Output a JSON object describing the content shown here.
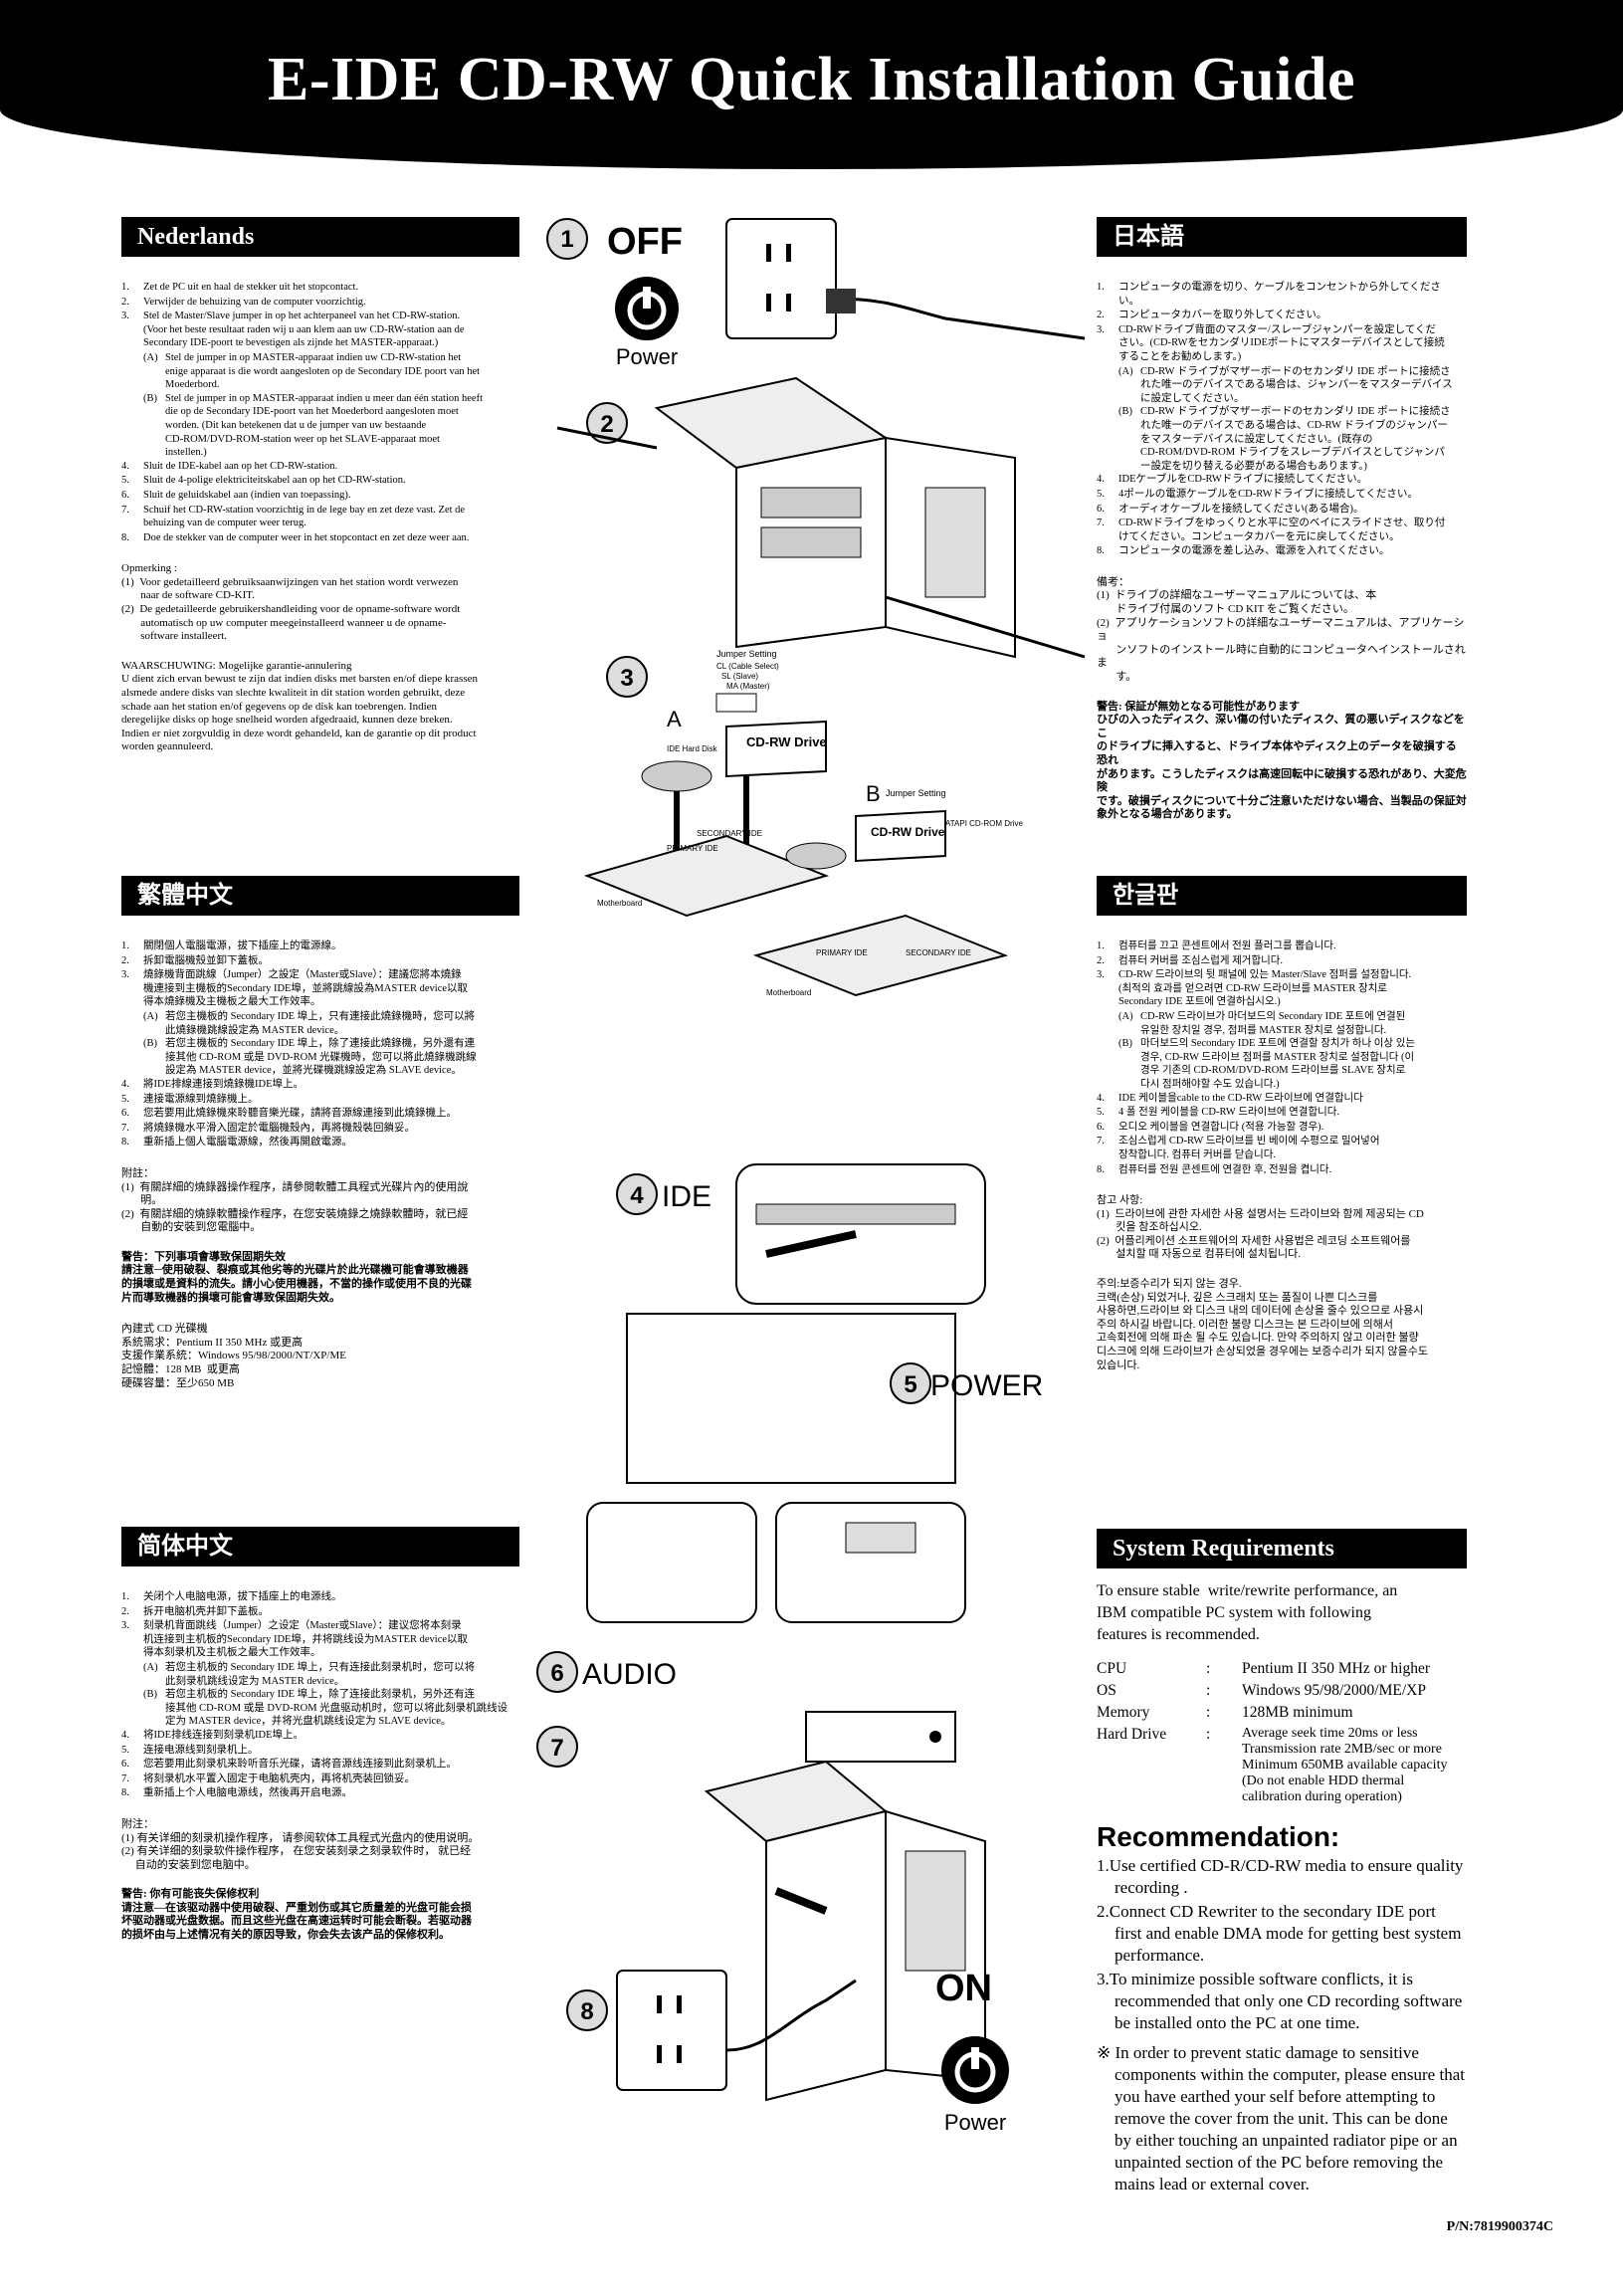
{
  "title": "E-IDE CD-RW Quick Installation Guide",
  "nl": {
    "header": "Nederlands",
    "steps": [
      {
        "n": "1.",
        "t": "Zet de PC uit en haal de stekker uit het stopcontact."
      },
      {
        "n": "2.",
        "t": "Verwijder de behuizing van de computer voorzichtig."
      },
      {
        "n": "3.",
        "t": "Stel de Master/Slave jumper in op het achterpaneel van het CD-RW-station.\n(Voor het beste resultaat raden wij u aan klem aan uw CD-RW-station aan de\nSecondary IDE-poort te bevestigen als zijnde het MASTER-apparaat.)"
      },
      {
        "n": "4.",
        "t": "Sluit de IDE-kabel aan op het CD-RW-station."
      },
      {
        "n": "5.",
        "t": "Sluit de 4-polige elektriciteitskabel aan op het CD-RW-station."
      },
      {
        "n": "6.",
        "t": "Sluit de geluidskabel aan (indien van toepassing)."
      },
      {
        "n": "7.",
        "t": "Schuif het CD-RW-station voorzichtig in de lege bay en zet deze vast. Zet de\nbehuizing van de computer weer terug."
      },
      {
        "n": "8.",
        "t": "Doe de stekker van de computer weer in het stopcontact en zet deze weer aan."
      }
    ],
    "sub_a": {
      "n": "(A)",
      "t": "Stel de jumper in op MASTER-apparaat indien uw CD-RW-station het\nenige apparaat is die wordt aangesloten op de Secondary IDE poort van het\nMoederbord."
    },
    "sub_b": {
      "n": "(B)",
      "t": "Stel de jumper in op MASTER-apparaat indien u meer dan één station heeft\ndie op de Secondary IDE-poort van het Moederbord aangesloten moet\nworden. (Dit kan betekenen dat u de jumper van uw bestaande\nCD-ROM/DVD-ROM-station weer op het SLAVE-apparaat moet\ninstellen.)"
    },
    "note": "Opmerking :\n(1)  Voor gedetailleerd gebruiksaanwijzingen van het station wordt verwezen\n       naar de software CD-KIT.\n(2)  De gedetailleerde gebruikershandleiding voor de opname-software wordt\n       automatisch op uw computer meegeinstalleerd wanneer u de opname-\n       software installeert.",
    "warn": "WAARSCHUWING: Mogelijke garantie-annulering\nU dient zich ervan bewust te zijn dat indien disks met barsten en/of diepe krassen\nalsmede andere disks van slechte kwaliteit in dit station worden gebruikt, deze\nschade aan het station en/of gegevens op de disk kan toebrengen. Indien\nderegelijke disks op hoge snelheid worden afgedraaid, kunnen deze breken.\nIndien er niet zorgvuldig in deze wordt gehandeld, kan de garantie op dit product\nworden geannuleerd."
  },
  "tc": {
    "header": "繁體中文",
    "steps": [
      {
        "n": "1.",
        "t": "關閉個人電腦電源，拔下插座上的電源線。"
      },
      {
        "n": "2.",
        "t": "拆卸電腦機殼並卸下蓋板。"
      },
      {
        "n": "3.",
        "t": "燒錄機背面跳線（Jumper）之設定（Master或Slave）：建議您將本燒錄\n機連接到主機板的Secondary IDE埠，並將跳線設為MASTER device以取\n得本燒錄機及主機板之最大工作效率。"
      },
      {
        "n": "4.",
        "t": "將IDE排線連接到燒錄機IDE埠上。"
      },
      {
        "n": "5.",
        "t": "連接電源線到燒錄機上。"
      },
      {
        "n": "6.",
        "t": "您若要用此燒錄機來聆聽音樂光碟，請將音源線連接到此燒錄機上。"
      },
      {
        "n": "7.",
        "t": "將燒錄機水平滑入固定於電腦機殼內，再將機殼裝回鎖妥。"
      },
      {
        "n": "8.",
        "t": "重新插上個人電腦電源線，然後再開啟電源。"
      }
    ],
    "sub_a": {
      "n": "(A)",
      "t": "若您主機板的 Secondary IDE 埠上，只有連接此燒錄機時，您可以將\n此燒錄機跳線設定為 MASTER device。"
    },
    "sub_b": {
      "n": "(B)",
      "t": "若您主機板的 Secondary IDE 埠上，除了連接此燒錄機，另外還有連\n接其他 CD-ROM 或是 DVD-ROM 光碟機時，您可以將此燒錄機跳線\n設定為 MASTER device，並將光碟機跳線設定為 SLAVE device。"
    },
    "note": "附註：\n(1)  有關詳細的燒錄器操作程序，請參閱軟體工具程式光碟片內的使用說\n       明。\n(2)  有關詳細的燒錄軟體操作程序，在您安裝燒錄之燒錄軟體時，就已經\n       自動的安裝到您電腦中。",
    "warn": "警告：下列事項會導致保固期失效\n請注意─使用破裂、裂痕或其他劣等的光碟片於此光碟機可能會導致機器\n的損壞或是資料的流失。請小心使用機器，不當的操作或使用不良的光碟\n片而導致機器的損壞可能會導致保固期失效。",
    "spec": "內建式 CD 光碟機\n系統需求：Pentium II 350 MHz 或更高\n支援作業系統：Windows 95/98/2000/NT/XP/ME\n記憶體：128 MB  或更高\n硬碟容量：至少650 MB"
  },
  "sc": {
    "header": "简体中文",
    "steps": [
      {
        "n": "1.",
        "t": "关闭个人电脑电源，拔下插座上的电源线。"
      },
      {
        "n": "2.",
        "t": "拆开电脑机壳并卸下盖板。"
      },
      {
        "n": "3.",
        "t": "刻录机背面跳线（Jumper）之设定（Master或Slave）：建议您将本刻录\n机连接到主机板的Secondary IDE埠，并将跳线设为MASTER device以取\n得本刻录机及主机板之最大工作效率。"
      },
      {
        "n": "4.",
        "t": "将IDE排线连接到刻录机IDE埠上。"
      },
      {
        "n": "5.",
        "t": "连接电源线到刻录机上。"
      },
      {
        "n": "6.",
        "t": "您若要用此刻录机来聆听音乐光碟，请将音源线连接到此刻录机上。"
      },
      {
        "n": "7.",
        "t": "将刻录机水平置入固定于电脑机壳内，再将机壳装回锁妥。"
      },
      {
        "n": "8.",
        "t": "重新插上个人电脑电源线，然後再开启电源。"
      }
    ],
    "sub_a": {
      "n": "(A)",
      "t": "若您主机板的 Secondary IDE 埠上，只有连接此刻录机时，您可以将\n此刻录机跳线设定为 MASTER device。"
    },
    "sub_b": {
      "n": "(B)",
      "t": "若您主机板的 Secondary IDE 埠上，除了连接此刻录机，另外还有连\n接其他 CD-ROM 或是 DVD-ROM 光盘驱动机时，您可以将此刻录机跳线设\n定为 MASTER device，并将光盘机跳线设定为 SLAVE device。"
    },
    "note": "附注：\n(1) 有关详细的刻录机操作程序， 请参阅软体工具程式光盘内的使用说明。\n(2) 有关详细的刻录软件操作程序， 在您安装刻录之刻录软件时， 就已经\n     自动的安装到您电脑中。",
    "warn": "警告: 你有可能丧失保修权利\n请注意—在该驱动器中使用破裂、严重划伤或其它质量差的光盘可能会损\n坏驱动器或光盘数据。而且这些光盘在高速运转时可能会断裂。若驱动器\n的损坏由与上述情况有关的原因导致，你会失去该产品的保修权利。"
  },
  "ja": {
    "header": "日本語",
    "steps": [
      {
        "n": "1.",
        "t": "コンピュータの電源を切り、ケーブルをコンセントから外してくださ\nい。"
      },
      {
        "n": "2.",
        "t": "コンピュータカバーを取り外してください。"
      },
      {
        "n": "3.",
        "t": "CD-RWドライブ背面のマスター/スレーブジャンパーを設定してくだ\nさい。(CD-RWをセカンダリIDEポートにマスターデバイスとして接続\nすることをお勧めします。)"
      },
      {
        "n": "4.",
        "t": "IDEケーブルをCD-RWドライブに接続してください。"
      },
      {
        "n": "5.",
        "t": "4ポールの電源ケーブルをCD-RWドライブに接続してください。"
      },
      {
        "n": "6.",
        "t": "オーディオケーブルを接続してください(ある場合)。"
      },
      {
        "n": "7.",
        "t": "CD-RWドライブをゆっくりと水平に空のベイにスライドさせ、取り付\nけてください。コンピュータカバーを元に戻してください。"
      },
      {
        "n": "8.",
        "t": "コンピュータの電源を差し込み、電源を入れてください。"
      }
    ],
    "sub_a": {
      "n": "(A)",
      "t": "CD-RW ドライブがマザーボードのセカンダリ IDE ポートに接続さ\nれた唯一のデバイスである場合は、ジャンパーをマスターデバイス\nに設定してください。"
    },
    "sub_b": {
      "n": "(B)",
      "t": "CD-RW ドライブがマザーボードのセカンダリ IDE ポートに接続さ\nれた唯一のデバイスである場合は、CD-RW ドライブのジャンパー\nをマスターデバイスに設定してください。(既存の\nCD-ROM/DVD-ROM ドライブをスレーブデバイスとしてジャンパ\nー設定を切り替える必要がある場合もあります。)"
    },
    "note": "備考：\n(1)  ドライブの詳細なユーザーマニュアルについては、本\n       ドライブ付属のソフト CD KIT をご覧ください。\n(2)  アプリケーションソフトの詳細なユーザーマニュアルは、アプリケーショ\n       ンソフトのインストール時に自動的にコンピュータヘインストールされま\n       す。",
    "warn": "警告: 保証が無効となる可能性があります\nひびの入ったディスク、深い傷の付いたディスク、質の悪いディスクなどをこ\nのドライブに挿入すると、ドライブ本体やディスク上のデータを破損する恐れ\nがあります。こうしたディスクは高速回転中に破損する恐れがあり、大変危険\nです。破損ディスクについて十分ご注意いただけない場合、当製品の保証対\n象外となる場合があります。"
  },
  "ko": {
    "header": "한글판",
    "steps": [
      {
        "n": "1.",
        "t": "컴퓨터를 끄고 콘센트에서 전원 플러그를 뽑습니다."
      },
      {
        "n": "2.",
        "t": "컴퓨터 커버를 조심스럽게 제거합니다."
      },
      {
        "n": "3.",
        "t": "CD-RW 드라이브의 뒷 패널에 있는 Master/Slave 점퍼를 설정합니다.\n(최적의 효과를 얻으려면 CD-RW 드라이브를 MASTER 장치로\nSecondary IDE 포트에 연결하십시오.)"
      },
      {
        "n": "4.",
        "t": "IDE 케이블을cable to the CD-RW 드라이브에 연결합니다"
      },
      {
        "n": "5.",
        "t": "4 폴 전원 케이블을 CD-RW 드라이브에 연결합니다."
      },
      {
        "n": "6.",
        "t": "오디오 케이블을 연결합니다 (적용 가능할 경우)."
      },
      {
        "n": "7.",
        "t": "조심스럽게 CD-RW 드라이브를 빈 베이에 수평으로 밀어넣어\n장착합니다. 컴퓨터 커버를 닫습니다."
      },
      {
        "n": "8.",
        "t": "컴퓨터를 전원 콘센트에 연결한 후, 전원을 켭니다."
      }
    ],
    "sub_a": {
      "n": "(A)",
      "t": "CD-RW 드라이브가 마더보드의 Secondary IDE 포트에 연결된\n유일한 장치일 경우, 점퍼를 MASTER 장치로 설정합니다."
    },
    "sub_b": {
      "n": "(B)",
      "t": "마더보드의 Secondary IDE 포트에 연결할 장치가 하나 이상 있는\n경우, CD-RW 드라이브 점퍼를 MASTER 장치로 설정합니다 (이\n경우 기존의 CD-ROM/DVD-ROM 드라이브를 SLAVE 장치로\n다시 점퍼해야할 수도 있습니다.)"
    },
    "note": "참고 사항:\n(1)  드라이브에 관한 자세한 사용 설명서는 드라이브와 함께 제공되는 CD\n       킷을 참조하십시오.\n(2)  어플리케이션 소프트웨어의 자세한 사용법은 레코딩 소프트웨어를\n       설치할 때 자동으로 컴퓨터에 설치됩니다.",
    "warn": "주의:보증수리가 되지 않는 경우.\n크랙(손상) 되었거나, 깊은 스크래치 또는 품질이 나쁜 디스크를\n사용하면,드라이브 와 디스크 내의 데이터에 손상을 줄수 있으므로 사용시\n주의 하시길 바랍니다. 이러한 불량 디스크는 본 드라이브에 의해서\n고속회전에 의해 파손 될 수도 있습니다. 만약 주의하지 않고 이러한 불량\n디스크에 의해 드라이브가 손상되었을 경우에는 보증수리가 되지 않을수도\n있습니다."
  },
  "sys": {
    "header": "System Requirements",
    "intro": "To ensure stable  write/rewrite performance, an\nIBM compatible PC system with following\nfeatures is recommended.",
    "rows": [
      {
        "k": "CPU",
        "v": "Pentium II 350 MHz or higher"
      },
      {
        "k": "OS",
        "v": "Windows 95/98/2000/ME/XP"
      },
      {
        "k": "Memory",
        "v": "128MB minimum"
      },
      {
        "k": "Hard Drive",
        "v": "Average seek time 20ms or less\nTransmission rate 2MB/sec or more\nMinimum 650MB available capacity\n(Do not enable HDD thermal\ncalibration during operation)"
      }
    ],
    "rec_title": "Recommendation:",
    "rec": [
      "1.Use certified CD-R/CD-RW media to ensure quality recording .",
      "2.Connect CD Rewriter to the secondary IDE port first and enable DMA mode for getting best system performance.",
      "3.To minimize possible software conflicts, it is recommended that only one CD recording software be installed onto the PC at one time.",
      "※ In order to prevent static damage to sensitive components within the computer, please ensure that you have earthed your self before attempting to remove the cover from the unit. This can be done by either touching an unpainted radiator pipe or an unpainted section of the PC before removing the mains lead or external cover."
    ]
  },
  "pn": "P/N:7819900374C",
  "diagram": {
    "step1": "1",
    "off": "OFF",
    "power1": "Power",
    "step2": "2",
    "step3": "3",
    "label_a": "A",
    "label_b": "B",
    "jumper_setting": "Jumper Setting",
    "cl": "CL (Cable Select)",
    "sl": "SL (Slave)",
    "ma": "MA (Master)",
    "ide_hard_disk": "IDE Hard Disk",
    "cdrw_drive": "CD-RW Drive",
    "secondary_ide": "SECONDARY IDE",
    "primary_ide": "PRIMARY IDE",
    "motherboard": "Motherboard",
    "atapi": "ATAPI CD-ROM Drive",
    "step4": "4",
    "ide": "IDE",
    "step5": "5",
    "power_step": "POWER",
    "step6": "6",
    "audio": "AUDIO",
    "step7": "7",
    "step8": "8",
    "on": "ON",
    "power2": "Power"
  }
}
